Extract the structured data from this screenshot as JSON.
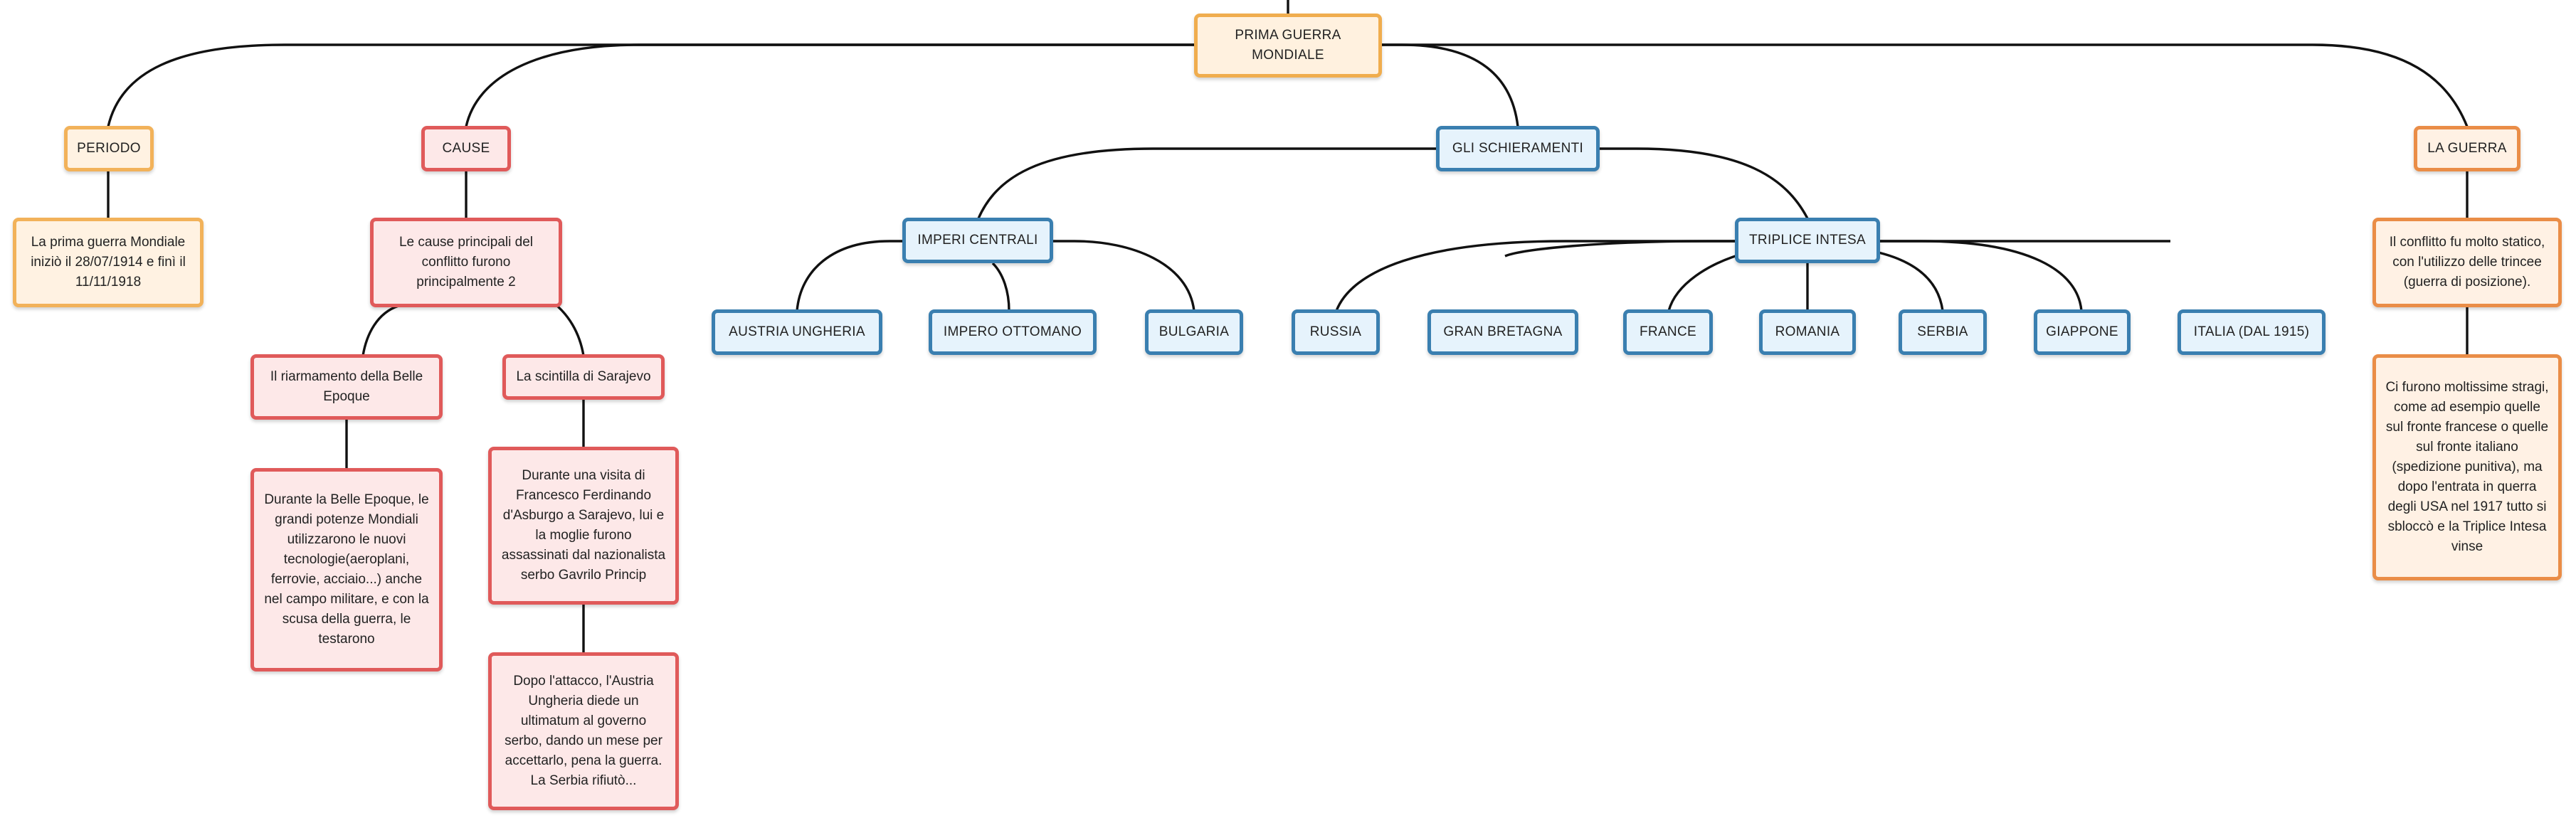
{
  "nodes": {
    "root": "PRIMA GUERRA MONDIALE",
    "periodo": "PERIODO",
    "periodo_text": "La prima guerra Mondiale iniziò il 28/07/1914 e finì il 11/11/1918",
    "cause": "CAUSE",
    "cause_text": "Le cause principali del conflitto furono principalmente 2",
    "riarmamento": "Il riarmamento della Belle Epoque",
    "riarmamento_text": "Durante la Belle Epoque, le grandi potenze Mondiali utilizzarono le nuovi tecnologie(aeroplani, ferrovie, acciaio...) anche nel campo militare, e con la scusa della guerra, le testarono",
    "scintilla": "La scintilla di Sarajevo",
    "scintilla_text": "Durante una visita di Francesco Ferdinando d'Asburgo a Sarajevo, lui e la moglie furono assassinati dal nazionalista serbo Gavrilo Princip",
    "attacco_text": "Dopo l'attacco, l'Austria Ungheria diede un ultimatum al governo serbo, dando un mese per accettarlo, pena la guerra. La Serbia rifiutò...",
    "schieramenti": "GLI SCHIERAMENTI",
    "imperi": "IMPERI CENTRALI",
    "austria": "AUSTRIA UNGHERIA",
    "ottomano": "IMPERO OTTOMANO",
    "bulgaria": "BULGARIA",
    "intesa": "TRIPLICE INTESA",
    "russia": "RUSSIA",
    "gran_bretagna": "GRAN BRETAGNA",
    "france": "FRANCE",
    "romania": "ROMANIA",
    "serbia": "SERBIA",
    "giappone": "GIAPPONE",
    "italia": "ITALIA (DAL 1915)",
    "guerra": "LA GUERRA",
    "guerra_text": "Il conflitto fu molto statico, con l'utilizzo delle trincee (guerra di posizione).",
    "guerra_text2": "Ci furono moltissime stragi, come ad esempio quelle sul fronte francese o quelle sul fronte italiano (spedizione punitiva), ma dopo l'entrata in querra degli USA nel 1917 tutto si sbloccò e la Triplice Intesa vinse"
  },
  "colors": {
    "orange_border": "#f0ad4e",
    "red_border": "#e05a5a",
    "blue_border": "#3a7fb0",
    "line": "#111111"
  }
}
